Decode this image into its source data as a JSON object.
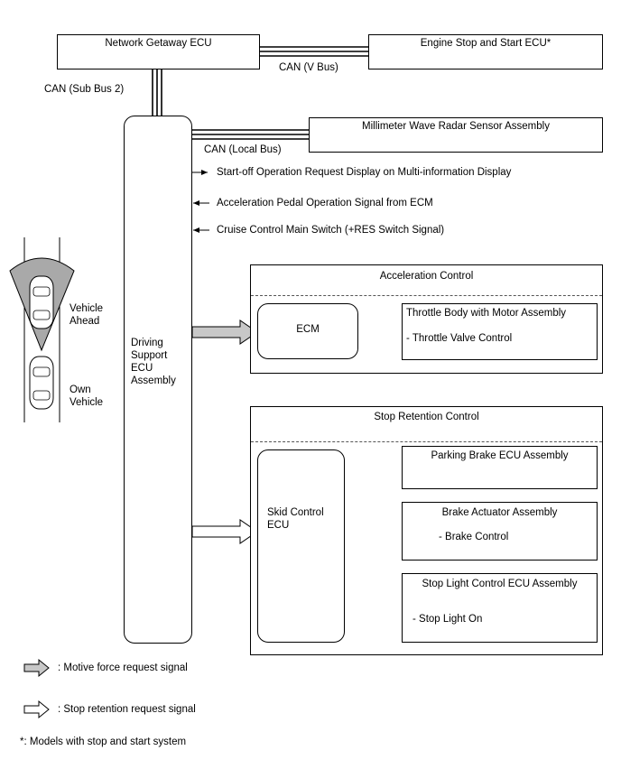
{
  "nodes": {
    "network_gateway": "Network Getaway ECU",
    "engine_stop_start": "Engine Stop and Start ECU*",
    "millimeter_radar": "Millimeter Wave Radar Sensor Assembly",
    "driving_support": [
      "Driving",
      "Support",
      "ECU",
      "Assembly"
    ],
    "ecm": "ECM",
    "throttle_body": "Throttle Body with Motor Assembly",
    "throttle_valve": "- Throttle Valve Control",
    "skid_control": [
      "Skid Control",
      "ECU"
    ],
    "parking_brake": "Parking Brake ECU Assembly",
    "brake_actuator": "Brake Actuator Assembly",
    "brake_control": "- Brake Control",
    "stop_light": "Stop Light Control ECU Assembly",
    "stop_light_on": "- Stop Light On"
  },
  "buses": {
    "v_bus": "CAN (V Bus)",
    "sub_bus_2": "CAN (Sub Bus 2)",
    "local_bus": "CAN (Local Bus)"
  },
  "signals": {
    "start_off": "Start-off Operation Request Display on Multi-information Display",
    "accel_pedal": "Acceleration Pedal Operation Signal from ECM",
    "cruise_main": "Cruise Control Main Switch (+RES Switch Signal)"
  },
  "groups": {
    "acceleration": "Acceleration Control",
    "stop_retention": "Stop Retention Control"
  },
  "illustration": {
    "vehicle_ahead": [
      "Vehicle",
      "Ahead"
    ],
    "own_vehicle": [
      "Own",
      "Vehicle"
    ]
  },
  "legend": {
    "motive": ": Motive force request signal",
    "stop_retention": ": Stop retention request signal",
    "footnote": "*: Models with stop and start system"
  },
  "colors": {
    "line": "#000000",
    "motive_arrow_fill": "#c8c8c8",
    "radar_cone": "#a9a9a9"
  }
}
